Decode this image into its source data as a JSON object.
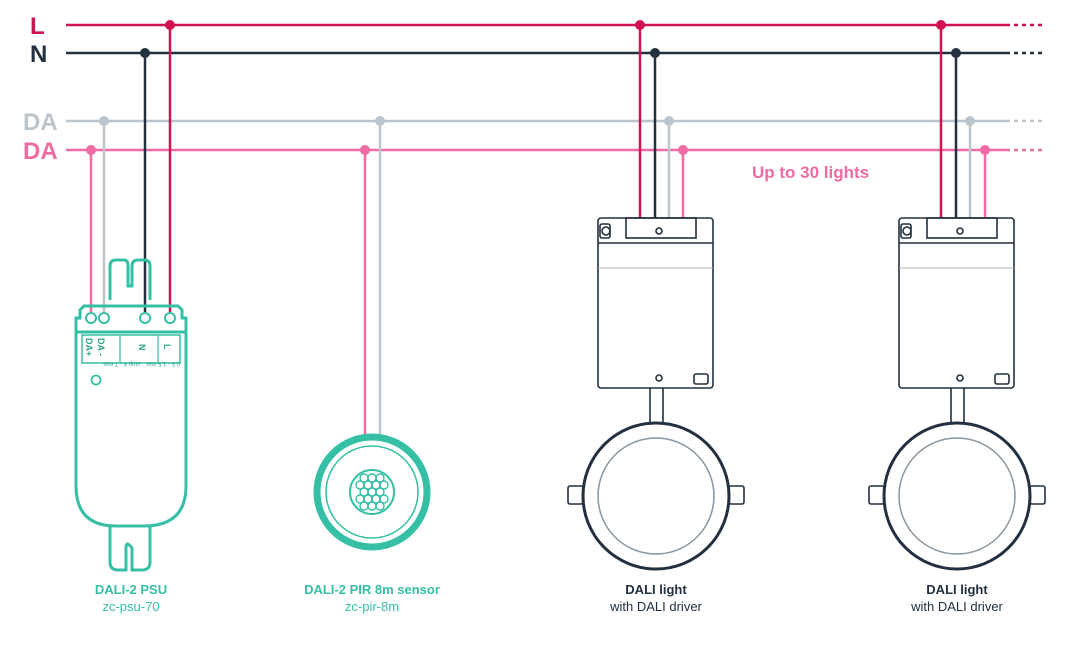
{
  "colors": {
    "live": "#d0134f",
    "neutral": "#22303f",
    "dali_minus": "#bcc5cc",
    "dali_plus": "#f06aa4",
    "device": "#35bfa4",
    "driver": "#22303f"
  },
  "buses": {
    "L": "L",
    "N": "N",
    "DA_minus": "DA",
    "DA_plus": "DA"
  },
  "note": "Up to 30 lights",
  "psu": {
    "title": "DALI-2 PSU",
    "model": "zc-psu-70",
    "terminals": [
      "DA+",
      "DA -",
      "N",
      "L"
    ],
    "wire_spec": "0.5 - 1.5 mm",
    "strip_spec": "strip 6 - 7 mm"
  },
  "sensor": {
    "title": "DALI-2 PIR 8m sensor",
    "model": "zc-pir-8m"
  },
  "lights": [
    {
      "title": "DALI light",
      "subtitle": "with DALI driver"
    },
    {
      "title": "DALI light",
      "subtitle": "with DALI driver"
    }
  ]
}
